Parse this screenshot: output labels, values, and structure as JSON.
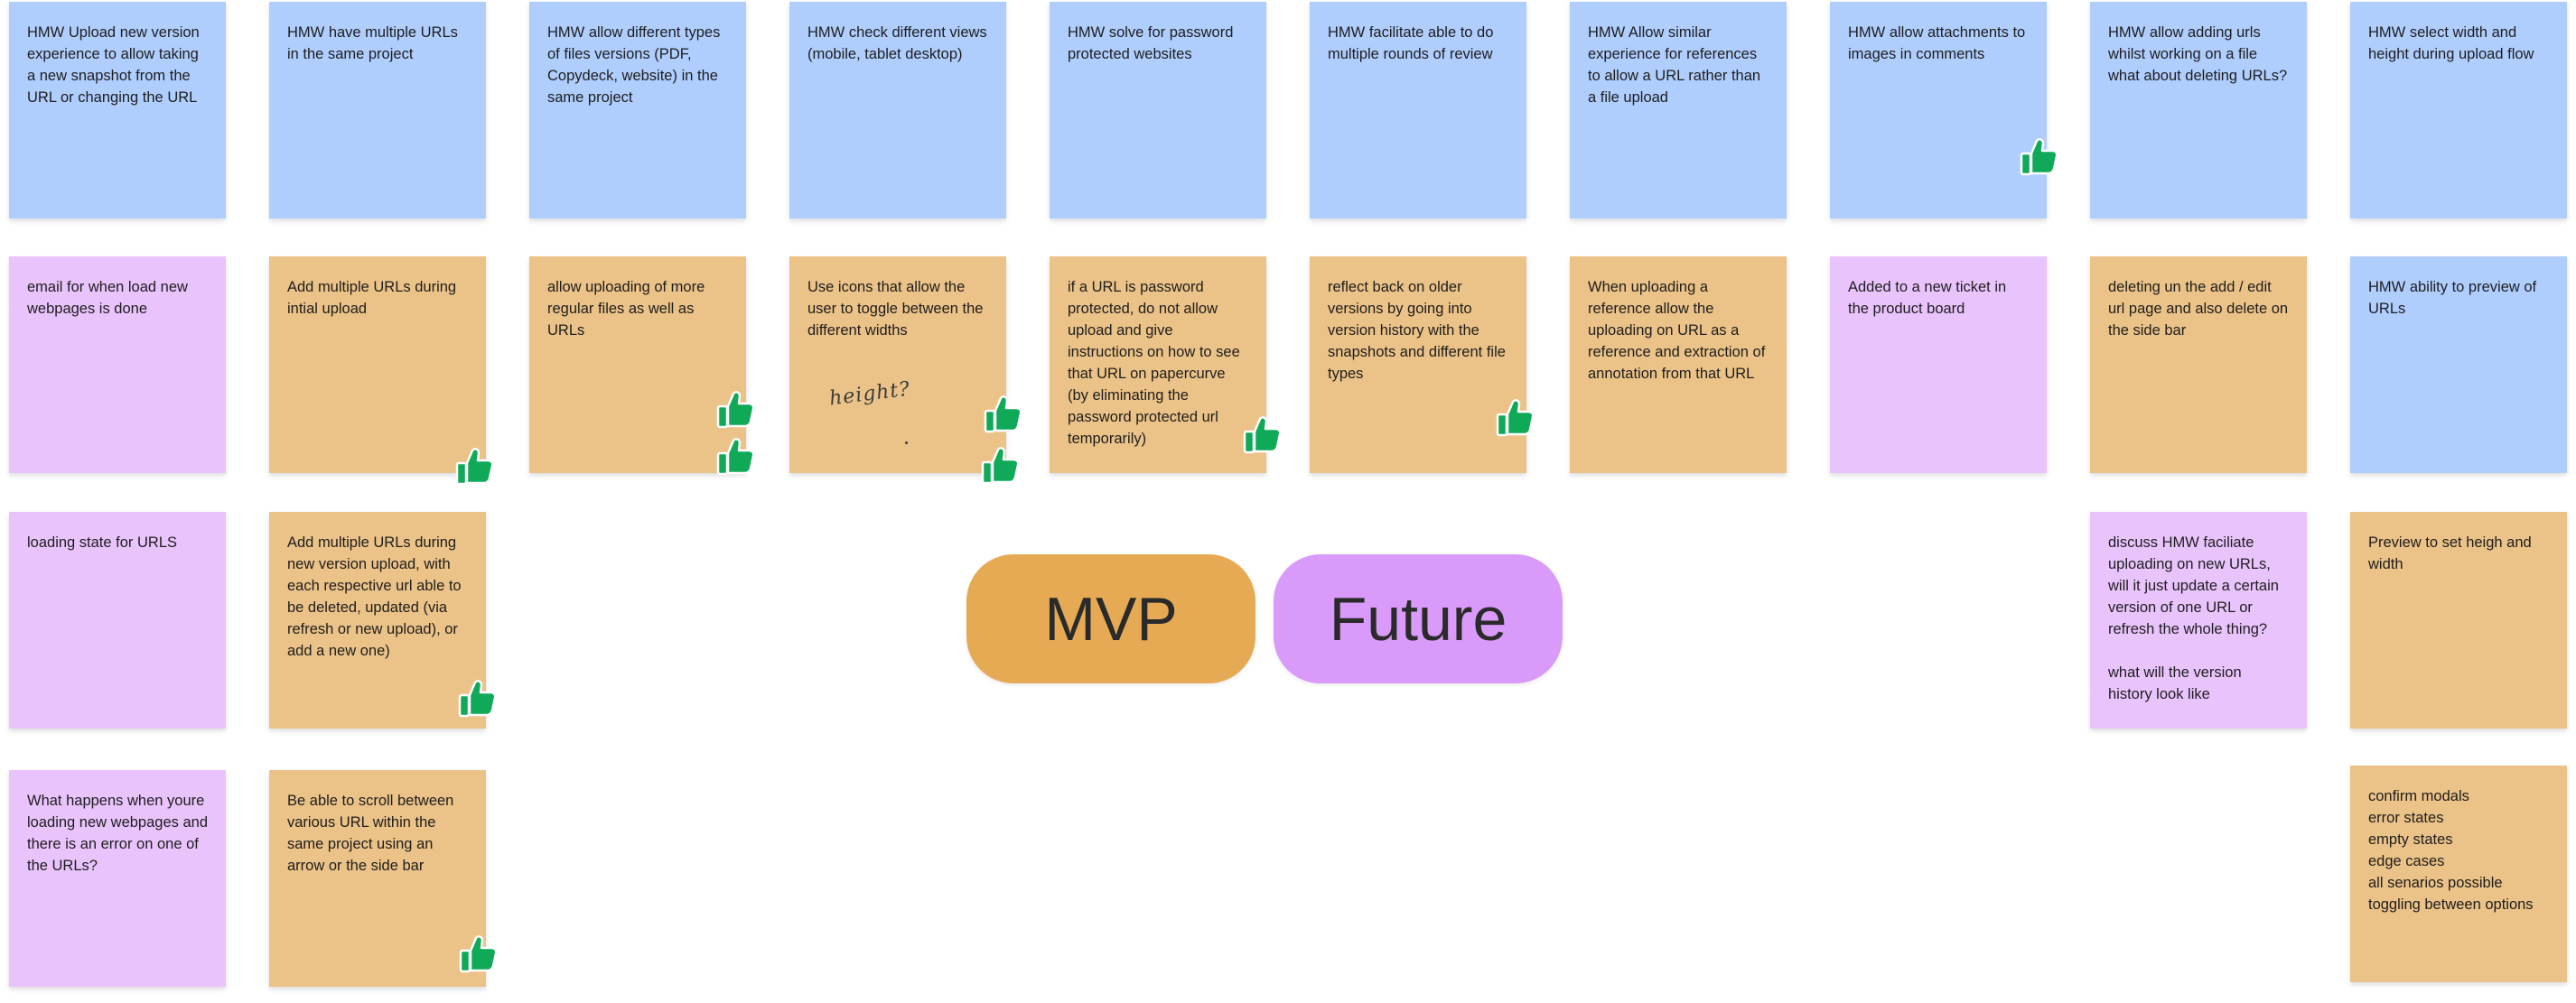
{
  "colors": {
    "blue": "#afcdfd",
    "orange": "#ebc287",
    "purple": "#e9c3fc",
    "mvp": "#e5aa53",
    "future": "#d99afa",
    "thumb": "#0fa958"
  },
  "hmw_row": [
    "HMW Upload new version experience to allow taking a new snapshot from the URL or changing the URL",
    "HMW have multiple URLs in the same project",
    "HMW allow different types of files versions (PDF, Copydeck, website) in the same project",
    "HMW  check different views (mobile, tablet desktop)",
    "HMW  solve for password protected websites",
    "HMW facilitate able to do multiple rounds of review",
    "HMW Allow similar experience for references to allow a URL rather than a file upload",
    "HMW allow attachments to images in comments",
    "HMW allow adding urls whilst working on a file what about deleting URLs?",
    "HMW select width and height during upload flow"
  ],
  "ideas_row": [
    "email for when load new webpages is done",
    "Add multiple URLs during intial upload",
    "allow uploading of more regular files as well as URLs",
    "Use icons that allow the user to toggle between the different widths",
    "if a URL is password protected, do not allow upload and give instructions on how to see that URL on papercurve (by eliminating the password protected url temporarily)",
    "reflect back on older versions by going into version history with the snapshots and different file types",
    "When uploading a reference allow the uploading on URL as a reference and extraction of annotation from that URL",
    "Added to a new ticket in the product board",
    "deleting un the add / edit url page and also delete on the side bar",
    "HMW ability to preview of URLs"
  ],
  "row_three": {
    "col0": "loading state for URLS",
    "col1": "Add multiple URLs during new version upload, with each respective url able to be deleted, updated (via refresh or new upload), or add a new one)",
    "col8": "discuss HMW faciliate uploading on new URLs, will it just update a certain version of one URL or refresh the whole thing?\n\nwhat will the version history look like",
    "col9": "Preview to set heigh and width"
  },
  "row_four": {
    "col0": "What happens when youre loading new webpages and there is an error on one of the URLs?",
    "col1": "Be able to scroll between various URL within the same project using an arrow or the side bar",
    "col9": "confirm modals\nerror states\nempty states\nedge cases\nall senarios possible\ntoggling between options"
  },
  "handwriting": "height?",
  "labels": {
    "mvp": "MVP",
    "future": "Future"
  },
  "reaction_icon": "thumbs-up-icon"
}
